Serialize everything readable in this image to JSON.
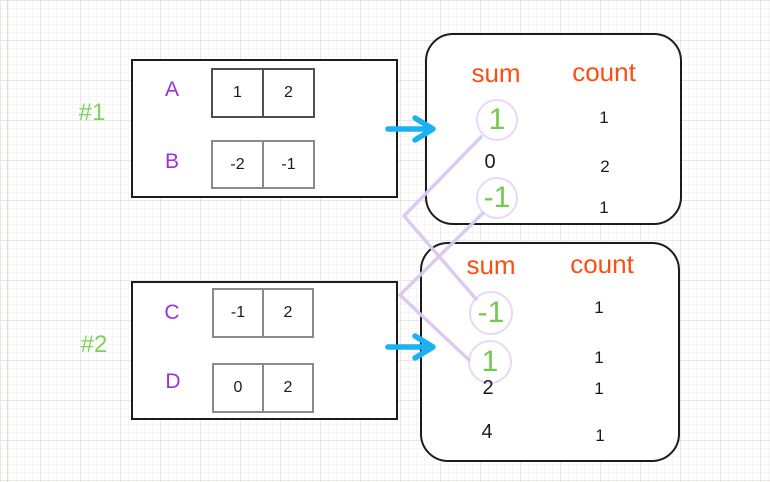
{
  "colors": {
    "purple": "#9b30e2",
    "green-label": "#7ed05f",
    "green-number": "#72c94d",
    "orange": "#fd4e12",
    "cyan": "#1ab2f0",
    "connector": "#dbc7ec",
    "circle-outline": "#e9d8f6",
    "box-border": "#1c1c1c",
    "cell-dark": "#4f4f4f",
    "cell-gray": "#8a8a8a",
    "text": "#1a1a1a"
  },
  "example1": {
    "label": "#1",
    "rows": [
      {
        "name": "A",
        "cells": [
          "1",
          "2"
        ]
      },
      {
        "name": "B",
        "cells": [
          "-2",
          "-1"
        ]
      }
    ],
    "table": {
      "sum_header": "sum",
      "count_header": "count",
      "rows": [
        {
          "sum": "1",
          "count": "1",
          "circled": true
        },
        {
          "sum": "0",
          "count": "2",
          "circled": false
        },
        {
          "sum": "-1",
          "count": "1",
          "circled": true
        }
      ]
    }
  },
  "example2": {
    "label": "#2",
    "rows": [
      {
        "name": "C",
        "cells": [
          "-1",
          "2"
        ]
      },
      {
        "name": "D",
        "cells": [
          "0",
          "2"
        ]
      }
    ],
    "table": {
      "sum_header": "sum",
      "count_header": "count",
      "rows": [
        {
          "sum": "-1",
          "count": "1",
          "circled": true
        },
        {
          "sum": "1",
          "count": "1",
          "circled": true
        },
        {
          "sum": "2",
          "count": "1",
          "circled": false
        },
        {
          "sum": "4",
          "count": "1",
          "circled": false
        }
      ]
    }
  }
}
